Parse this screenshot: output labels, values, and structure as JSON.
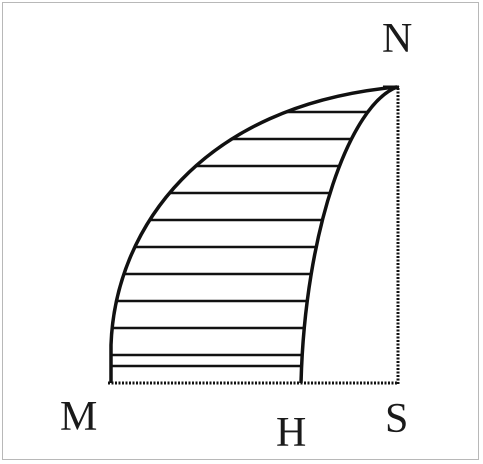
{
  "diagram": {
    "labels": {
      "n": "N",
      "m": "M",
      "h": "H",
      "s": "S"
    },
    "colors": {
      "stroke": "#111111",
      "label": "#1a1a1a",
      "frame": "#b8b8b8"
    }
  }
}
